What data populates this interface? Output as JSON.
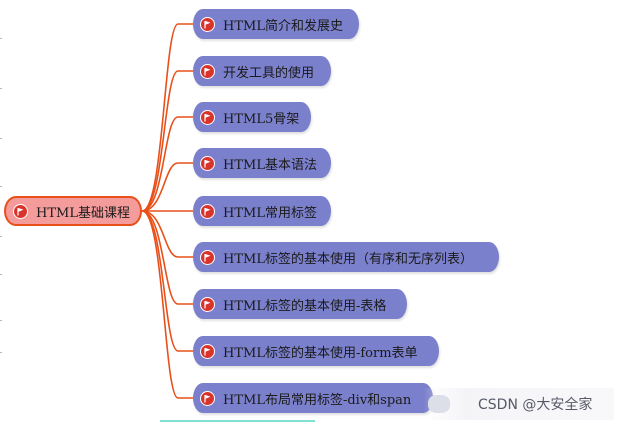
{
  "mindmap": {
    "root": {
      "label": "HTML基础课程",
      "icon": "flag-icon"
    },
    "children": [
      {
        "label": "HTML简介和发展史",
        "icon": "flag-icon"
      },
      {
        "label": "开发工具的使用",
        "icon": "flag-icon"
      },
      {
        "label": "HTML5骨架",
        "icon": "flag-icon"
      },
      {
        "label": "HTML基本语法",
        "icon": "flag-icon"
      },
      {
        "label": "HTML常用标签",
        "icon": "flag-icon"
      },
      {
        "label": "HTML标签的基本使用（有序和无序列表）",
        "icon": "flag-icon"
      },
      {
        "label": "HTML标签的基本使用-表格",
        "icon": "flag-icon"
      },
      {
        "label": "HTML标签的基本使用-form表单",
        "icon": "flag-icon"
      },
      {
        "label": "HTML布局常用标签-div和span",
        "icon": "flag-icon"
      }
    ]
  },
  "colors": {
    "node_fill": "#7b80cc",
    "root_fill": "#f49b9b",
    "connector": "#e8501a",
    "flag": "#d8342b"
  },
  "watermark": {
    "text": "CSDN @大安全家"
  }
}
